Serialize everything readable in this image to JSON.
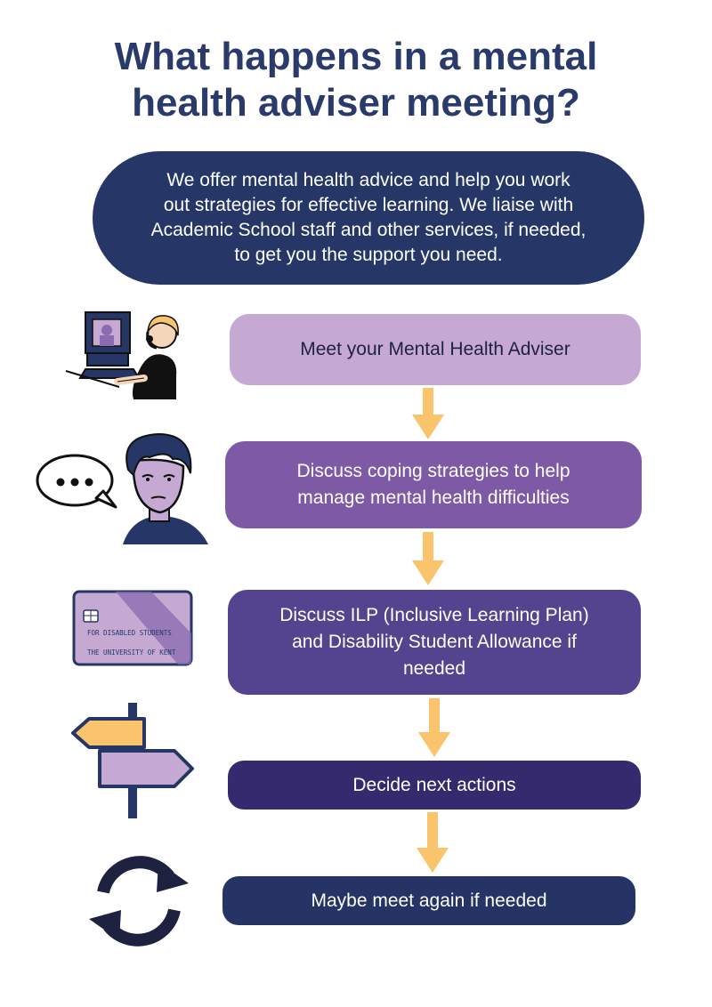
{
  "title": {
    "line1": "What happens in a mental",
    "line2": "health adviser meeting?"
  },
  "intro": {
    "lines": [
      "We offer mental health advice and help you work",
      "out strategies for effective learning. We liaise with",
      "Academic School staff and other services, if needed,",
      "to get you the support you need."
    ]
  },
  "steps": [
    {
      "lines": [
        "Meet your Mental Health Adviser"
      ],
      "icon": "adviser-at-computer-icon"
    },
    {
      "lines": [
        "Discuss coping strategies to help",
        "manage mental health difficulties"
      ],
      "icon": "student-speech-bubble-icon"
    },
    {
      "lines": [
        "Discuss ILP (Inclusive Learning Plan)",
        "and Disability Student  Allowance if",
        "needed"
      ],
      "icon": "student-card-icon"
    },
    {
      "lines": [
        "Decide next actions"
      ],
      "icon": "signpost-icon"
    },
    {
      "lines": [
        "Maybe meet again if needed"
      ],
      "icon": "cycle-arrows-icon"
    }
  ],
  "card": {
    "line1": "FOR DISABLED STUDENTS",
    "line2": "THE UNIVERSITY OF KENT"
  },
  "colors": {
    "title": "#2a3a6b",
    "intro_bg": "#263767",
    "step1_bg": "#c6a9d3",
    "step2_bg": "#7e5aa6",
    "step3_bg": "#54438f",
    "step4_bg": "#352a6d",
    "step5_bg": "#253465",
    "arrow": "#f9c46b"
  }
}
